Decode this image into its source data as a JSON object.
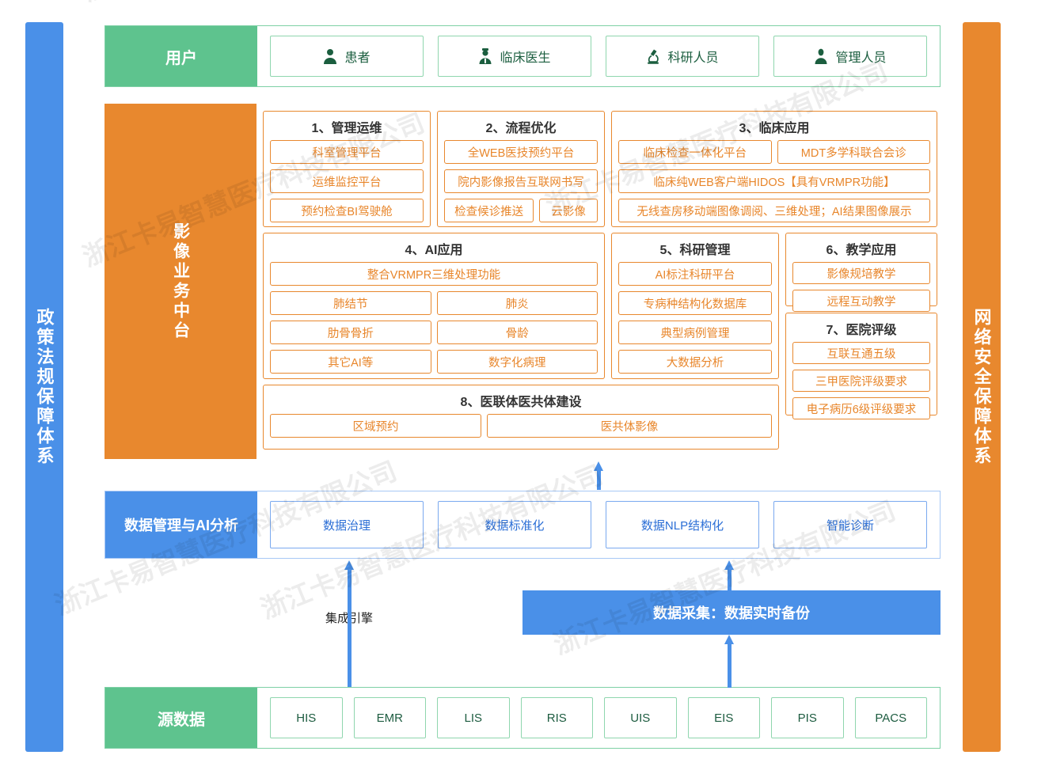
{
  "pillars": {
    "left": {
      "text": "政策法规保障体系",
      "color": "#4a90e8"
    },
    "right": {
      "text": "网络安全保障体系",
      "color": "#e8882e"
    }
  },
  "users": {
    "label": "用户",
    "color": "#5ec38e",
    "items": [
      {
        "label": "患者",
        "icon": "person-icon"
      },
      {
        "label": "临床医生",
        "icon": "doctor-icon"
      },
      {
        "label": "科研人员",
        "icon": "microscope-icon"
      },
      {
        "label": "管理人员",
        "icon": "person-tie-icon"
      }
    ]
  },
  "platform": {
    "label": "影像业务中台",
    "color": "#e8882e",
    "groups": [
      {
        "title": "1、管理运维",
        "rows": [
          [
            "科室管理平台"
          ],
          [
            "运维监控平台"
          ],
          [
            "预约检查BI驾驶舱"
          ]
        ]
      },
      {
        "title": "2、流程优化",
        "rows": [
          [
            "全WEB医技预约平台"
          ],
          [
            "院内影像报告互联网书写"
          ],
          [
            "检查候诊推送",
            "云影像"
          ]
        ]
      },
      {
        "title": "3、临床应用",
        "rows": [
          [
            "临床检查一体化平台",
            "MDT多学科联合会诊"
          ],
          [
            "临床纯WEB客户端HIDOS【具有VRMPR功能】"
          ],
          [
            "无线查房移动端图像调阅、三维处理；AI结果图像展示"
          ]
        ]
      },
      {
        "title": "4、AI应用",
        "rows": [
          [
            "整合VRMPR三维处理功能"
          ],
          [
            "肺结节",
            "肺炎"
          ],
          [
            "肋骨骨折",
            "骨龄"
          ],
          [
            "其它AI等",
            "数字化病理"
          ]
        ]
      },
      {
        "title": "5、科研管理",
        "rows": [
          [
            "AI标注科研平台"
          ],
          [
            "专病种结构化数据库"
          ],
          [
            "典型病例管理"
          ],
          [
            "大数据分析"
          ]
        ]
      },
      {
        "title": "6、教学应用",
        "rows": [
          [
            "影像规培教学"
          ],
          [
            "远程互动教学"
          ]
        ]
      },
      {
        "title": "7、医院评级",
        "rows": [
          [
            "互联互通五级"
          ],
          [
            "三甲医院评级要求"
          ],
          [
            "电子病历6级评级要求"
          ]
        ]
      },
      {
        "title": "8、医联体医共体建设",
        "rows": [
          [
            "区域预约",
            "医共体影像"
          ]
        ]
      }
    ]
  },
  "data_management": {
    "label": "数据管理与AI分析",
    "color": "#4a90e8",
    "items": [
      "数据治理",
      "数据标准化",
      "数据NLP结构化",
      "智能诊断"
    ]
  },
  "middle_band": {
    "engine_label": "集成引擎",
    "collection_label": "数据采集：数据实时备份",
    "collection_color": "#4a90e8"
  },
  "source_data": {
    "label": "源数据",
    "color": "#5ec38e",
    "items": [
      "HIS",
      "EMR",
      "LIS",
      "RIS",
      "UIS",
      "EIS",
      "PIS",
      "PACS"
    ]
  },
  "watermark": {
    "text": "浙江卡易智慧医疗科技有限公司"
  }
}
